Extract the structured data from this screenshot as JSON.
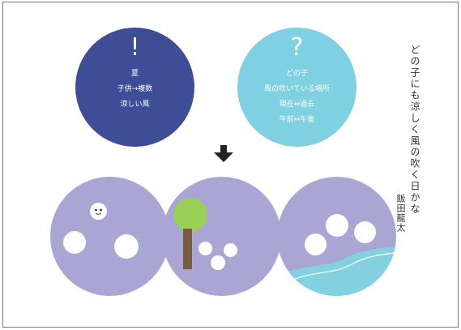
{
  "left_circle": {
    "mark": "!",
    "lines": [
      "夏",
      "子供→複数",
      "涼しい風"
    ],
    "color": "#3d4e96"
  },
  "right_circle": {
    "mark": "?",
    "lines": [
      "どの子",
      "風の吹いている場所",
      "現在⇔過去",
      "午前⇔午後"
    ],
    "color": "#7fd0e0"
  },
  "haiku": "どの子にも涼しく風の吹く日かな",
  "author": "飯田龍太",
  "colors": {
    "scene_bg": "#a9a6d4",
    "tree_canopy": "#97cf57",
    "tree_trunk": "#7a5c3e",
    "water": "#82d0e0"
  },
  "icons": [
    "down-arrow-icon",
    "face-icon",
    "tree-icon",
    "river-icon"
  ]
}
